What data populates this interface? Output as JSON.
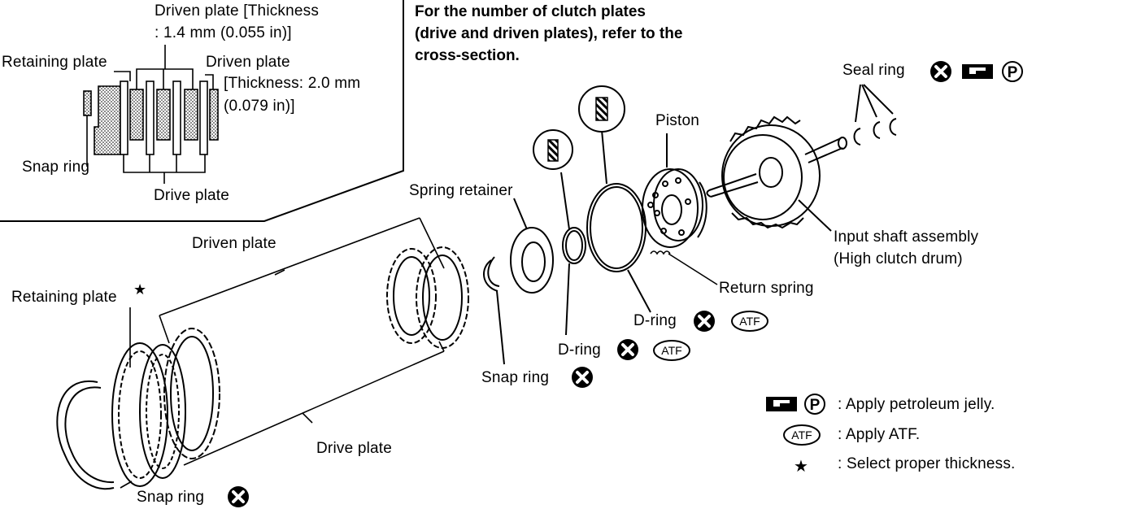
{
  "note": {
    "line1": "For the number of clutch plates",
    "line2": "(drive and driven plates), refer to the",
    "line3": "cross-section."
  },
  "inset": {
    "driven_plate_thin_line1": "Driven plate [Thickness",
    "driven_plate_thin_line2": ": 1.4 mm (0.055 in)]",
    "retaining_plate": "Retaining plate",
    "driven_plate_thick_line1": "Driven plate",
    "driven_plate_thick_line2": "[Thickness: 2.0 mm",
    "driven_plate_thick_line3": "(0.079 in)]",
    "snap_ring": "Snap ring",
    "drive_plate": "Drive plate"
  },
  "labels": {
    "seal_ring": "Seal ring",
    "piston": "Piston",
    "spring_retainer": "Spring retainer",
    "input_shaft_line1": "Input shaft assembly",
    "input_shaft_line2": "(High clutch drum)",
    "driven_plate": "Driven plate",
    "return_spring": "Return spring",
    "retaining_plate": "Retaining plate",
    "d_ring_outer": "D-ring",
    "d_ring_inner": "D-ring",
    "snap_ring_small": "Snap ring",
    "drive_plate": "Drive plate",
    "snap_ring_large": "Snap ring"
  },
  "symbols": {
    "atf_text": "ATF",
    "petroleum_text": "P",
    "star_glyph": "★"
  },
  "legend": {
    "petroleum": ":  Apply petroleum jelly.",
    "atf": ":  Apply ATF.",
    "star": ":  Select proper thickness."
  }
}
